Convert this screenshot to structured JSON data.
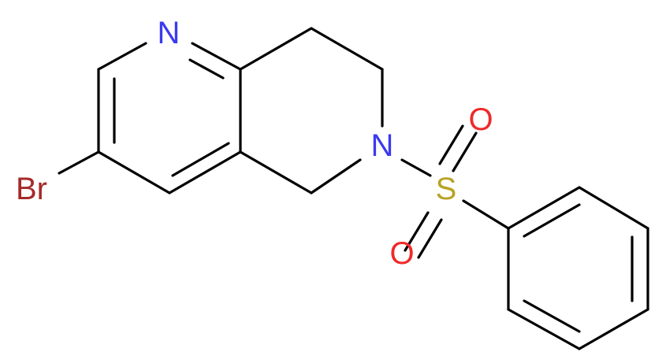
{
  "molecule": {
    "atoms": {
      "N1": {
        "label": "N",
        "color": "#3a3af0"
      },
      "N6": {
        "label": "N",
        "color": "#3a3af0"
      },
      "S": {
        "label": "S",
        "color": "#b8a224"
      },
      "O1": {
        "label": "O",
        "color": "#ee2a2a"
      },
      "O2": {
        "label": "O",
        "color": "#ee2a2a"
      },
      "Br": {
        "label": "Br",
        "color": "#a52a2a"
      }
    },
    "bond_color": "#000000"
  }
}
